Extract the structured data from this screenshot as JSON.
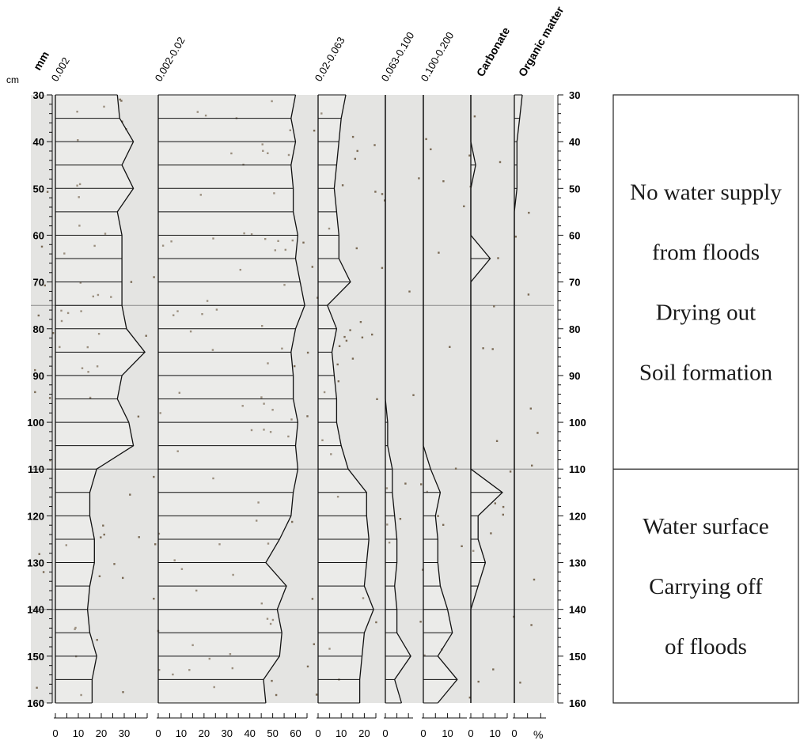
{
  "chart_data": {
    "type": "area",
    "orientation": "vertical-depth-profile",
    "title": "",
    "depth_unit_label": "cm",
    "x_unit_label": "%",
    "grain_unit_label": "mm",
    "ylim": [
      30,
      160
    ],
    "y_ticks": [
      30,
      40,
      50,
      60,
      70,
      80,
      90,
      100,
      110,
      120,
      130,
      140,
      150,
      160
    ],
    "depths": [
      30,
      35,
      40,
      45,
      50,
      55,
      60,
      65,
      70,
      75,
      80,
      85,
      90,
      95,
      100,
      105,
      110,
      115,
      120,
      125,
      130,
      135,
      140,
      145,
      150,
      155,
      160
    ],
    "boundaries": [
      75,
      110,
      140
    ],
    "series": [
      {
        "name": "0.002",
        "xlim": [
          0,
          40
        ],
        "ticks": [
          0,
          10,
          20,
          30
        ],
        "values": [
          27,
          28,
          34,
          29,
          34,
          27,
          29,
          29,
          29,
          29,
          31,
          39,
          29,
          27,
          32,
          34,
          18,
          15,
          15,
          17,
          17,
          15,
          14,
          15,
          18,
          16,
          16
        ]
      },
      {
        "name": "0.002-0.02",
        "xlim": [
          0,
          65
        ],
        "ticks": [
          0,
          10,
          20,
          30,
          40,
          50,
          60
        ],
        "values": [
          60,
          58,
          60,
          58,
          59,
          59,
          61,
          60,
          62,
          64,
          60,
          58,
          59,
          59,
          61,
          60,
          61,
          59,
          58,
          53,
          47,
          56,
          52,
          54,
          53,
          46,
          47
        ]
      },
      {
        "name": "0.02-0.063",
        "xlim": [
          0,
          25
        ],
        "ticks": [
          0,
          10,
          20
        ],
        "values": [
          12,
          10,
          9,
          8,
          7,
          8,
          9,
          9,
          14,
          4,
          8,
          6,
          7,
          8,
          8,
          10,
          13,
          21,
          21,
          22,
          21,
          20,
          24,
          20,
          19,
          18,
          18
        ]
      },
      {
        "name": "0.063-0.100",
        "xlim": [
          0,
          12
        ],
        "ticks": [
          0
        ],
        "values": [
          0,
          0,
          0,
          0,
          0,
          0,
          0,
          0,
          0,
          0,
          0,
          0,
          0,
          0,
          1,
          1,
          3,
          3,
          4,
          5,
          5,
          4,
          5,
          5,
          11,
          4,
          7
        ]
      },
      {
        "name": "0.100-0.200",
        "xlim": [
          0,
          18
        ],
        "ticks": [
          0,
          10
        ],
        "values": [
          0,
          0,
          0,
          0,
          0,
          0,
          0,
          0,
          0,
          0,
          0,
          0,
          0,
          0,
          0,
          0,
          3,
          7,
          5,
          6,
          6,
          7,
          10,
          12,
          6,
          14,
          6
        ]
      },
      {
        "name": "Carbonate",
        "xlim": [
          0,
          15
        ],
        "ticks": [
          0,
          10
        ],
        "values": [
          0,
          0,
          0,
          2,
          0,
          0,
          0,
          8,
          0,
          0,
          0,
          0,
          0,
          0,
          0,
          0,
          0,
          13,
          3,
          3,
          6,
          3,
          0,
          0,
          0,
          0,
          0
        ]
      },
      {
        "name": "Organic matter",
        "xlim": [
          0,
          12
        ],
        "ticks": [
          0
        ],
        "values": [
          3,
          2,
          1,
          1,
          1,
          0,
          0,
          0,
          0,
          0,
          0,
          0,
          0,
          0,
          0,
          0,
          0,
          0,
          0,
          0,
          0,
          0,
          0,
          0,
          0,
          0,
          0
        ]
      }
    ],
    "annotations": [
      {
        "from": 30,
        "to": 110,
        "lines": [
          "No water supply",
          "from floods",
          "Drying out",
          "Soil formation"
        ]
      },
      {
        "from": 110,
        "to": 160,
        "lines": [
          "Water surface",
          "Carrying off",
          "of floods"
        ]
      }
    ]
  },
  "style": {
    "background": "#e4e4e2",
    "line": "#111111",
    "dot": "#7a6a55",
    "boundary_line": "#8a8a8a"
  }
}
